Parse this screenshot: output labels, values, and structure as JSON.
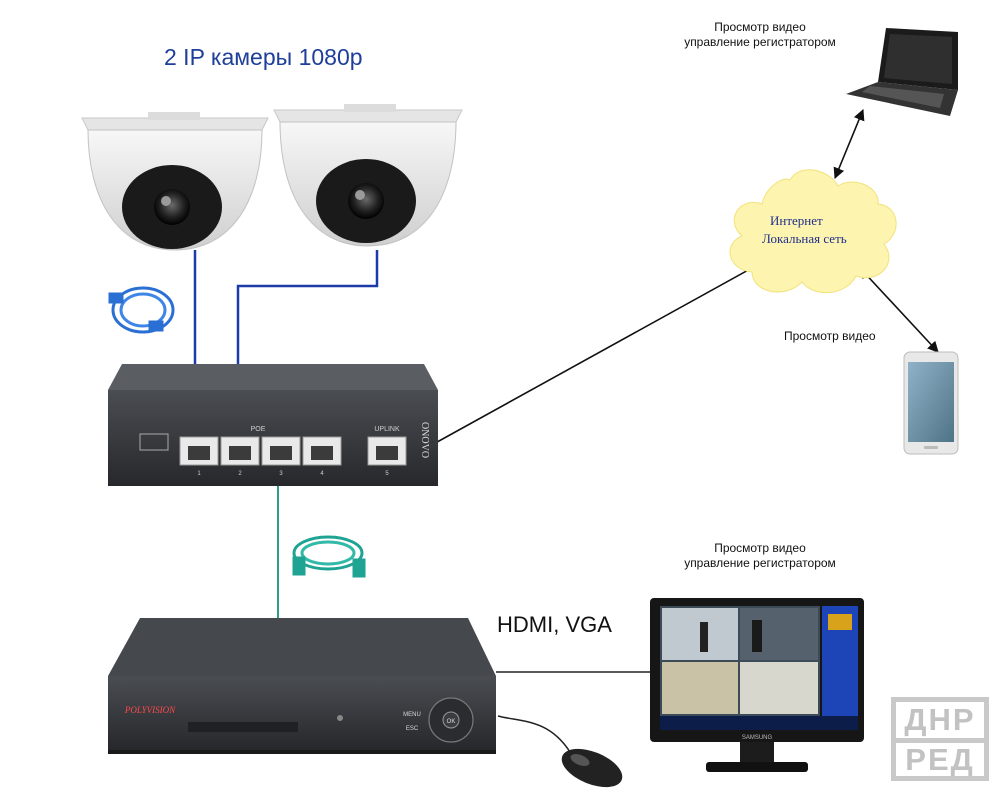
{
  "title": "2 IP камеры 1080p",
  "connection": "HDMI, VGA",
  "laptop_caption": {
    "line1": "Просмотр видео",
    "line2": "управление регистратором"
  },
  "phone_caption": "Просмотр видео",
  "monitor_caption": {
    "line1": "Просмотр видео",
    "line2": "управление регистратором"
  },
  "cloud": {
    "line1": "Интернет",
    "line2": "Локальная сеть"
  },
  "switch": {
    "poe_label": "POE",
    "uplink_label": "UPLINK",
    "brand": "ONOVO",
    "port_numbers": [
      "1",
      "2",
      "3",
      "4",
      "5"
    ]
  },
  "dvr": {
    "brand": "POLYVISION",
    "menu_label": "MENU",
    "esc_label": "ESC",
    "ok_label": "OK"
  },
  "monitor_brand": "SAMSUNG",
  "watermark": {
    "top": "ДНР",
    "bottom": "РЕД"
  },
  "colors": {
    "camera_cable": "#1c3aa8",
    "recorder_cable": "#2e9e88",
    "cloud": "#fdf4b0",
    "arrow": "#111111"
  }
}
